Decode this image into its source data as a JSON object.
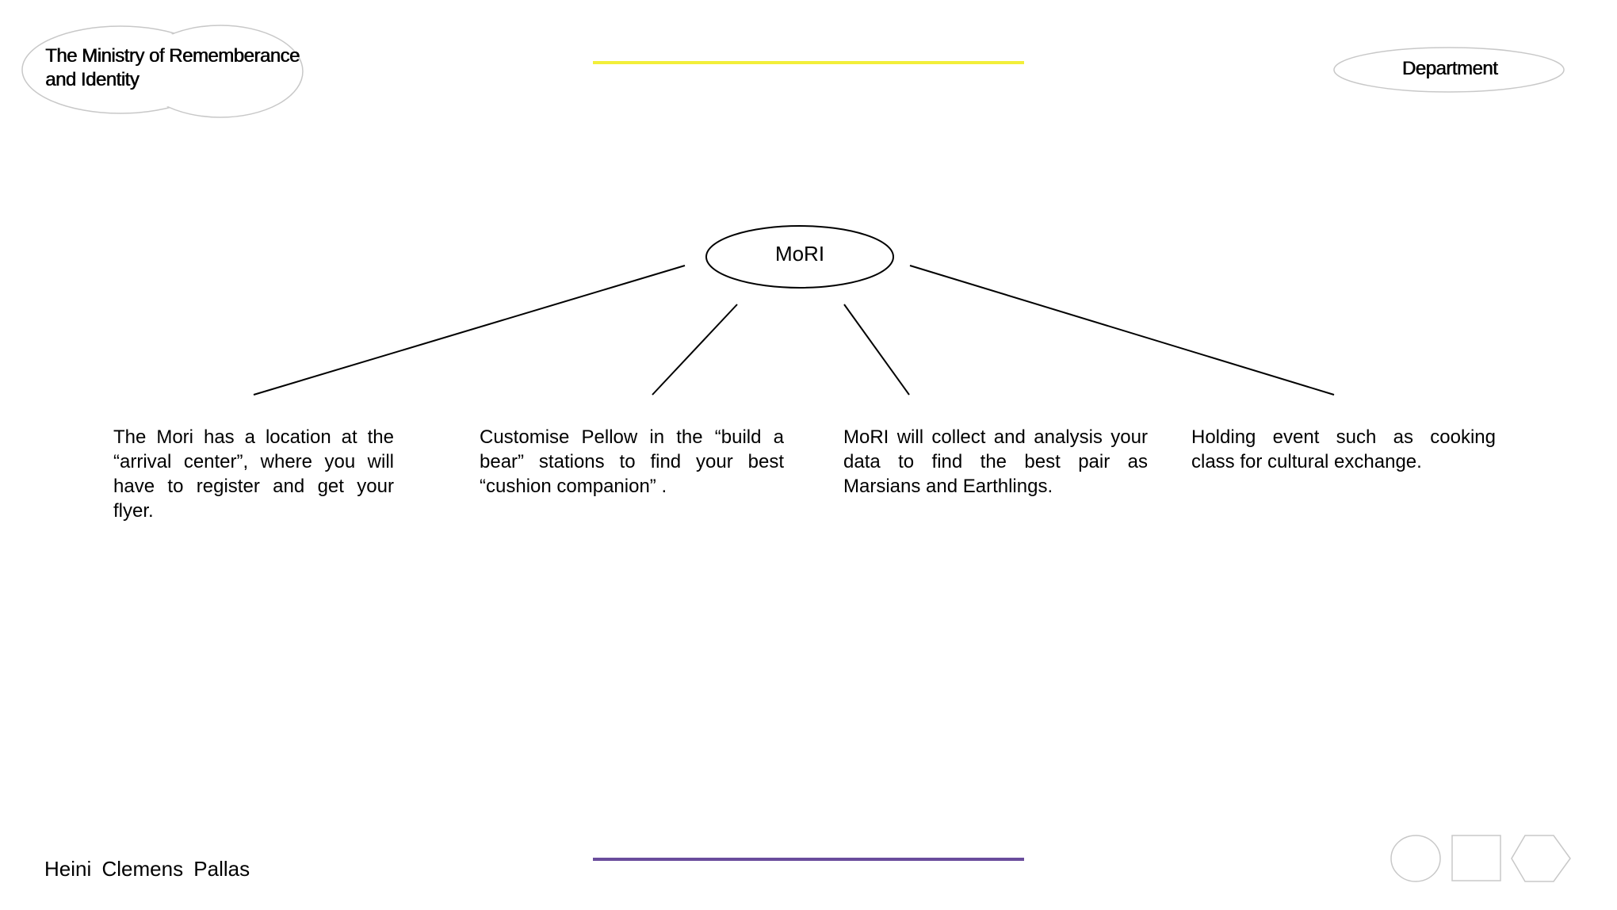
{
  "header": {
    "logo_text": "The Ministry of Rememberance and Identity",
    "department_label": "Department"
  },
  "diagram": {
    "center_label": "MoRI",
    "branches": [
      {
        "text": "The Mori has a location at the “arrival center”, where you will have to register and get your flyer."
      },
      {
        "text": "Customise Pellow in the “build a bear” stations to find your best “cushion companion” ."
      },
      {
        "text": "MoRI will collect and analysis your data to find the best pair as Marsians and Earthlings."
      },
      {
        "text": "Holding event such as cooking class for cultural exchange."
      }
    ]
  },
  "footer": {
    "author": "Heini  Clemens  Pallas"
  },
  "colors": {
    "top_rule": "#f2ef3a",
    "bottom_rule": "#6a4c9c",
    "bubble_border": "#c8c8c8",
    "nav_border": "#c8c8c8",
    "connector": "#000000"
  },
  "nav": {
    "icons": [
      "circle-icon",
      "square-icon",
      "hexagon-icon"
    ]
  }
}
